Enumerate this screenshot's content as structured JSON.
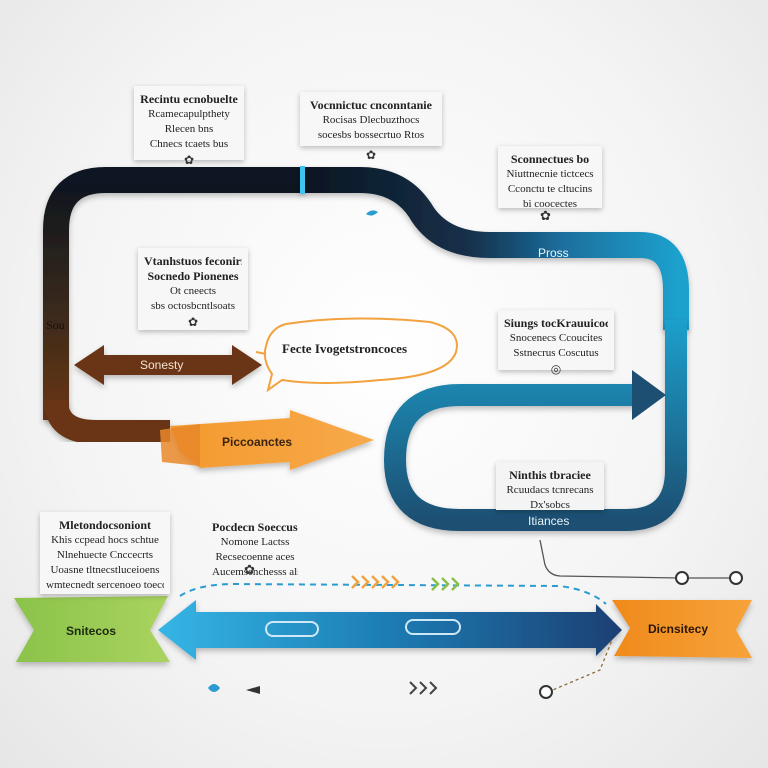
{
  "notes": {
    "top_left": [
      "Recintu ecnobuelte",
      "Rcamecapulpthety",
      "Rlecen bns",
      "Chnecs tcaets bus"
    ],
    "top_middle": [
      "Vocnnictuc cnconntanie",
      "Rocisas Dlecbuzthocs",
      "socesbs bossecrtuo Rtos"
    ],
    "top_right": [
      "Sconnectues bo",
      "Niuttnecnie tictcecs",
      "Cconctu te cltucins",
      "bi coocectes"
    ],
    "center_left": [
      "Vtanhstuos feconirng",
      "Socnedo Pionenes",
      "Ot cneects",
      "sbs octosbcntlsoats"
    ],
    "center_right": [
      "Siungs tocKrauuicocce",
      "Snocenecs Ccoucites",
      "Sstnecrus Coscutus"
    ],
    "loop_right": [
      "Ninthis tbraciee",
      "Rcuudacs tcnrecans",
      "Dx'sobcs"
    ],
    "bottom_left": [
      "Mletondocsoniont",
      "Khis ccpead hocs schtue",
      "Nlnehuecte Cnccecrts",
      "Uoasne tltnecstluceioens",
      "wmtecnedt sercenoeo toecdr"
    ],
    "bottom_mid": [
      "Pocdecn Soeccuse",
      "Nomone Lactss",
      "Recsecoenne aces",
      "Aucemsenchesss alscoos"
    ]
  },
  "labels": {
    "left_edge": "Sou",
    "brown_arrow": "Sonesty",
    "orange_arrow": "Piccoanctes",
    "speech_bubble": "Fecte Ivogetstroncoces",
    "pross": "Pross",
    "loop": "Itiances",
    "green_banner": "Snitecos",
    "orange_banner": "Dicnsitecy"
  },
  "colors": {
    "dark_navy": "#0d1520",
    "mid_blue": "#1d4f72",
    "teal": "#1aa2cf",
    "brown": "#6b3612",
    "orange": "#f5962c",
    "green": "#8bc34a",
    "bubble": "#f2a23e"
  }
}
